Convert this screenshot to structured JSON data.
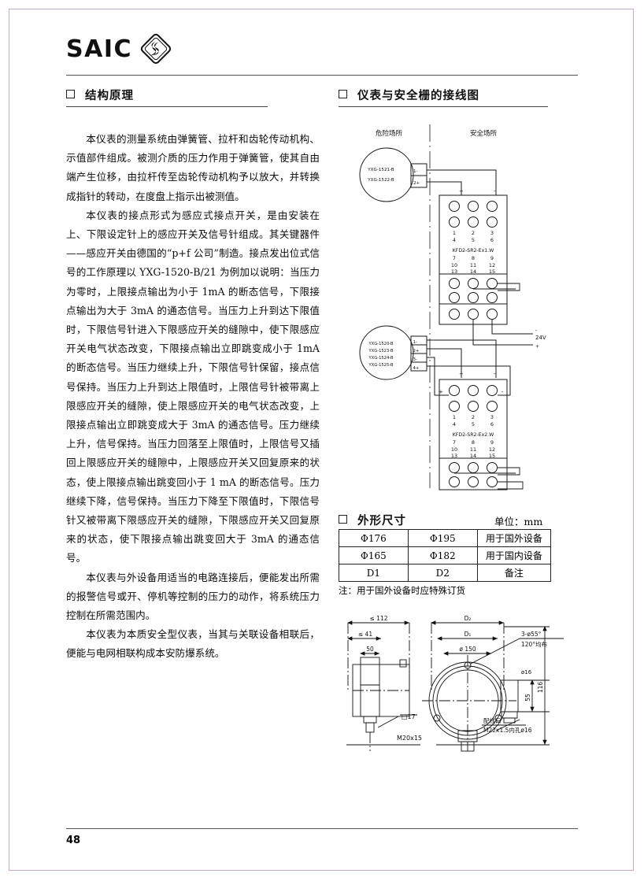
{
  "page": {
    "number": "48",
    "frame_color": "#c9a8c9"
  },
  "header": {
    "brand": "SAIC",
    "logo_icon": "saic-diamond-logo"
  },
  "sections": {
    "structure": {
      "title": "结构原理"
    },
    "wiring": {
      "title": "仪表与安全栅的接线图"
    },
    "dimensions": {
      "title": "外形尺寸",
      "unit": "单位：mm"
    }
  },
  "body": {
    "paragraphs": [
      "本仪表的测量系统由弹簧管、拉杆和齿轮传动机构、示值部件组成。被测介质的压力作用于弹簧管，使其自由端产生位移，由拉杆传至齿轮传动机构予以放大，并转换成指针的转动，在度盘上指示出被测值。",
      "本仪表的接点形式为感应式接点开关，是由安装在上、下限设定针上的感应开关及信号针组成。其关键器件——感应开关由德国的“p+f 公司”制造。接点发出位式信号的工作原理以 YXG-1520-B/21 为例加以说明：当压力为零时，上限接点输出为小于 1mA 的断态信号，下限接点输出为大于 3mA 的通态信号。当压力上升到达下限值时，下限信号针进入下限感应开关的缝隙中，使下限感应开关电气状态改变，下限接点输出立即跳变成小于 1mA 的断态信号。当压力继续上升，下限信号针保留，接点信号保持。当压力上升到达上限值时，上限信号针被带离上限感应开关的缝隙，使上限感应开关的电气状态改变，上限接点输出立即跳变成大于 3mA 的通态信号。压力继续上升，信号保持。当压力回落至上限值时，上限信号又插回上限感应开关的缝隙中，上限感应开关又回复原来的状态，使上限接点输出跳变回小于 1 mA 的断态信号。压力继续下降，信号保持。当压力下降至下限值时，下限信号针又被带离下限感应开关的缝隙，下限感应开关又回复原来的状态，使下限接点输出跳变回大于 3mA 的通态信号。",
      "本仪表与外设备用适当的电路连接后，便能发出所需的报警信号或开、停机等控制的压力的动作，将系统压力控制在所需范围内。",
      "本仪表为本质安全型仪表，当其与关联设备相联后，便能与电网相联构成本安防爆系统。"
    ]
  },
  "wiring_diagram": {
    "zone_labels": {
      "hazardous": "危险场所",
      "safe": "安全场所"
    },
    "instrument_top": {
      "models": [
        "YXG-1521-B",
        "YXG-1522-B"
      ],
      "terminals": [
        "1-",
        "2+"
      ]
    },
    "instrument_bottom": {
      "models": [
        "YXG-1520-B",
        "YXG-1523-B",
        "YXG-1524-B",
        "YXG-1525-B"
      ],
      "terminals": [
        "1-",
        "2+",
        "3-",
        "4+"
      ]
    },
    "barrier_top": {
      "model": "KFD2-SR2-Ex1.W",
      "numbers_row1": [
        "1",
        "2",
        "3"
      ],
      "numbers_row2": [
        "4",
        "5",
        "6"
      ],
      "numbers_row3": [
        "7",
        "8",
        "9"
      ],
      "numbers_row4": [
        "10",
        "11",
        "12"
      ],
      "numbers_row5": [
        "13",
        "14",
        "15"
      ],
      "polarity": [
        "+",
        "-"
      ]
    },
    "barrier_bottom": {
      "model": "KFD2-SR2-Ex2.W",
      "numbers_row1": [
        "1",
        "2",
        "3"
      ],
      "numbers_row2": [
        "4",
        "5",
        "6"
      ],
      "numbers_row3": [
        "7",
        "8",
        "9"
      ],
      "numbers_row4": [
        "10",
        "11",
        "12"
      ],
      "numbers_row5": [
        "13",
        "14",
        "15"
      ],
      "polarity": [
        "+",
        "-"
      ]
    },
    "supply": {
      "label": "24V",
      "minus": "-",
      "plus": "+"
    }
  },
  "dimensions_table": {
    "rows": [
      [
        "Φ176",
        "Φ195",
        "用于国外设备"
      ],
      [
        "Φ165",
        "Φ182",
        "用于国内设备"
      ],
      [
        "D1",
        "D2",
        "备注"
      ]
    ],
    "note": "注：用于国外设备时应特殊订货"
  },
  "outline_drawing": {
    "labels": {
      "width_max": "≤ 112",
      "depth_max": "≤ 41",
      "fifty": "50",
      "d2": "D₂",
      "d1": "D₁",
      "bolt_circle": "ø 150",
      "holes": "3-ø55°",
      "hole_spacing": "120°均布",
      "square17": "□17",
      "thread": "M20x15",
      "cable_entry": "配线口",
      "cable_thread": "M22x1.5内孔ø16",
      "h55": "55",
      "h116": "116",
      "d16": "ø16"
    }
  }
}
